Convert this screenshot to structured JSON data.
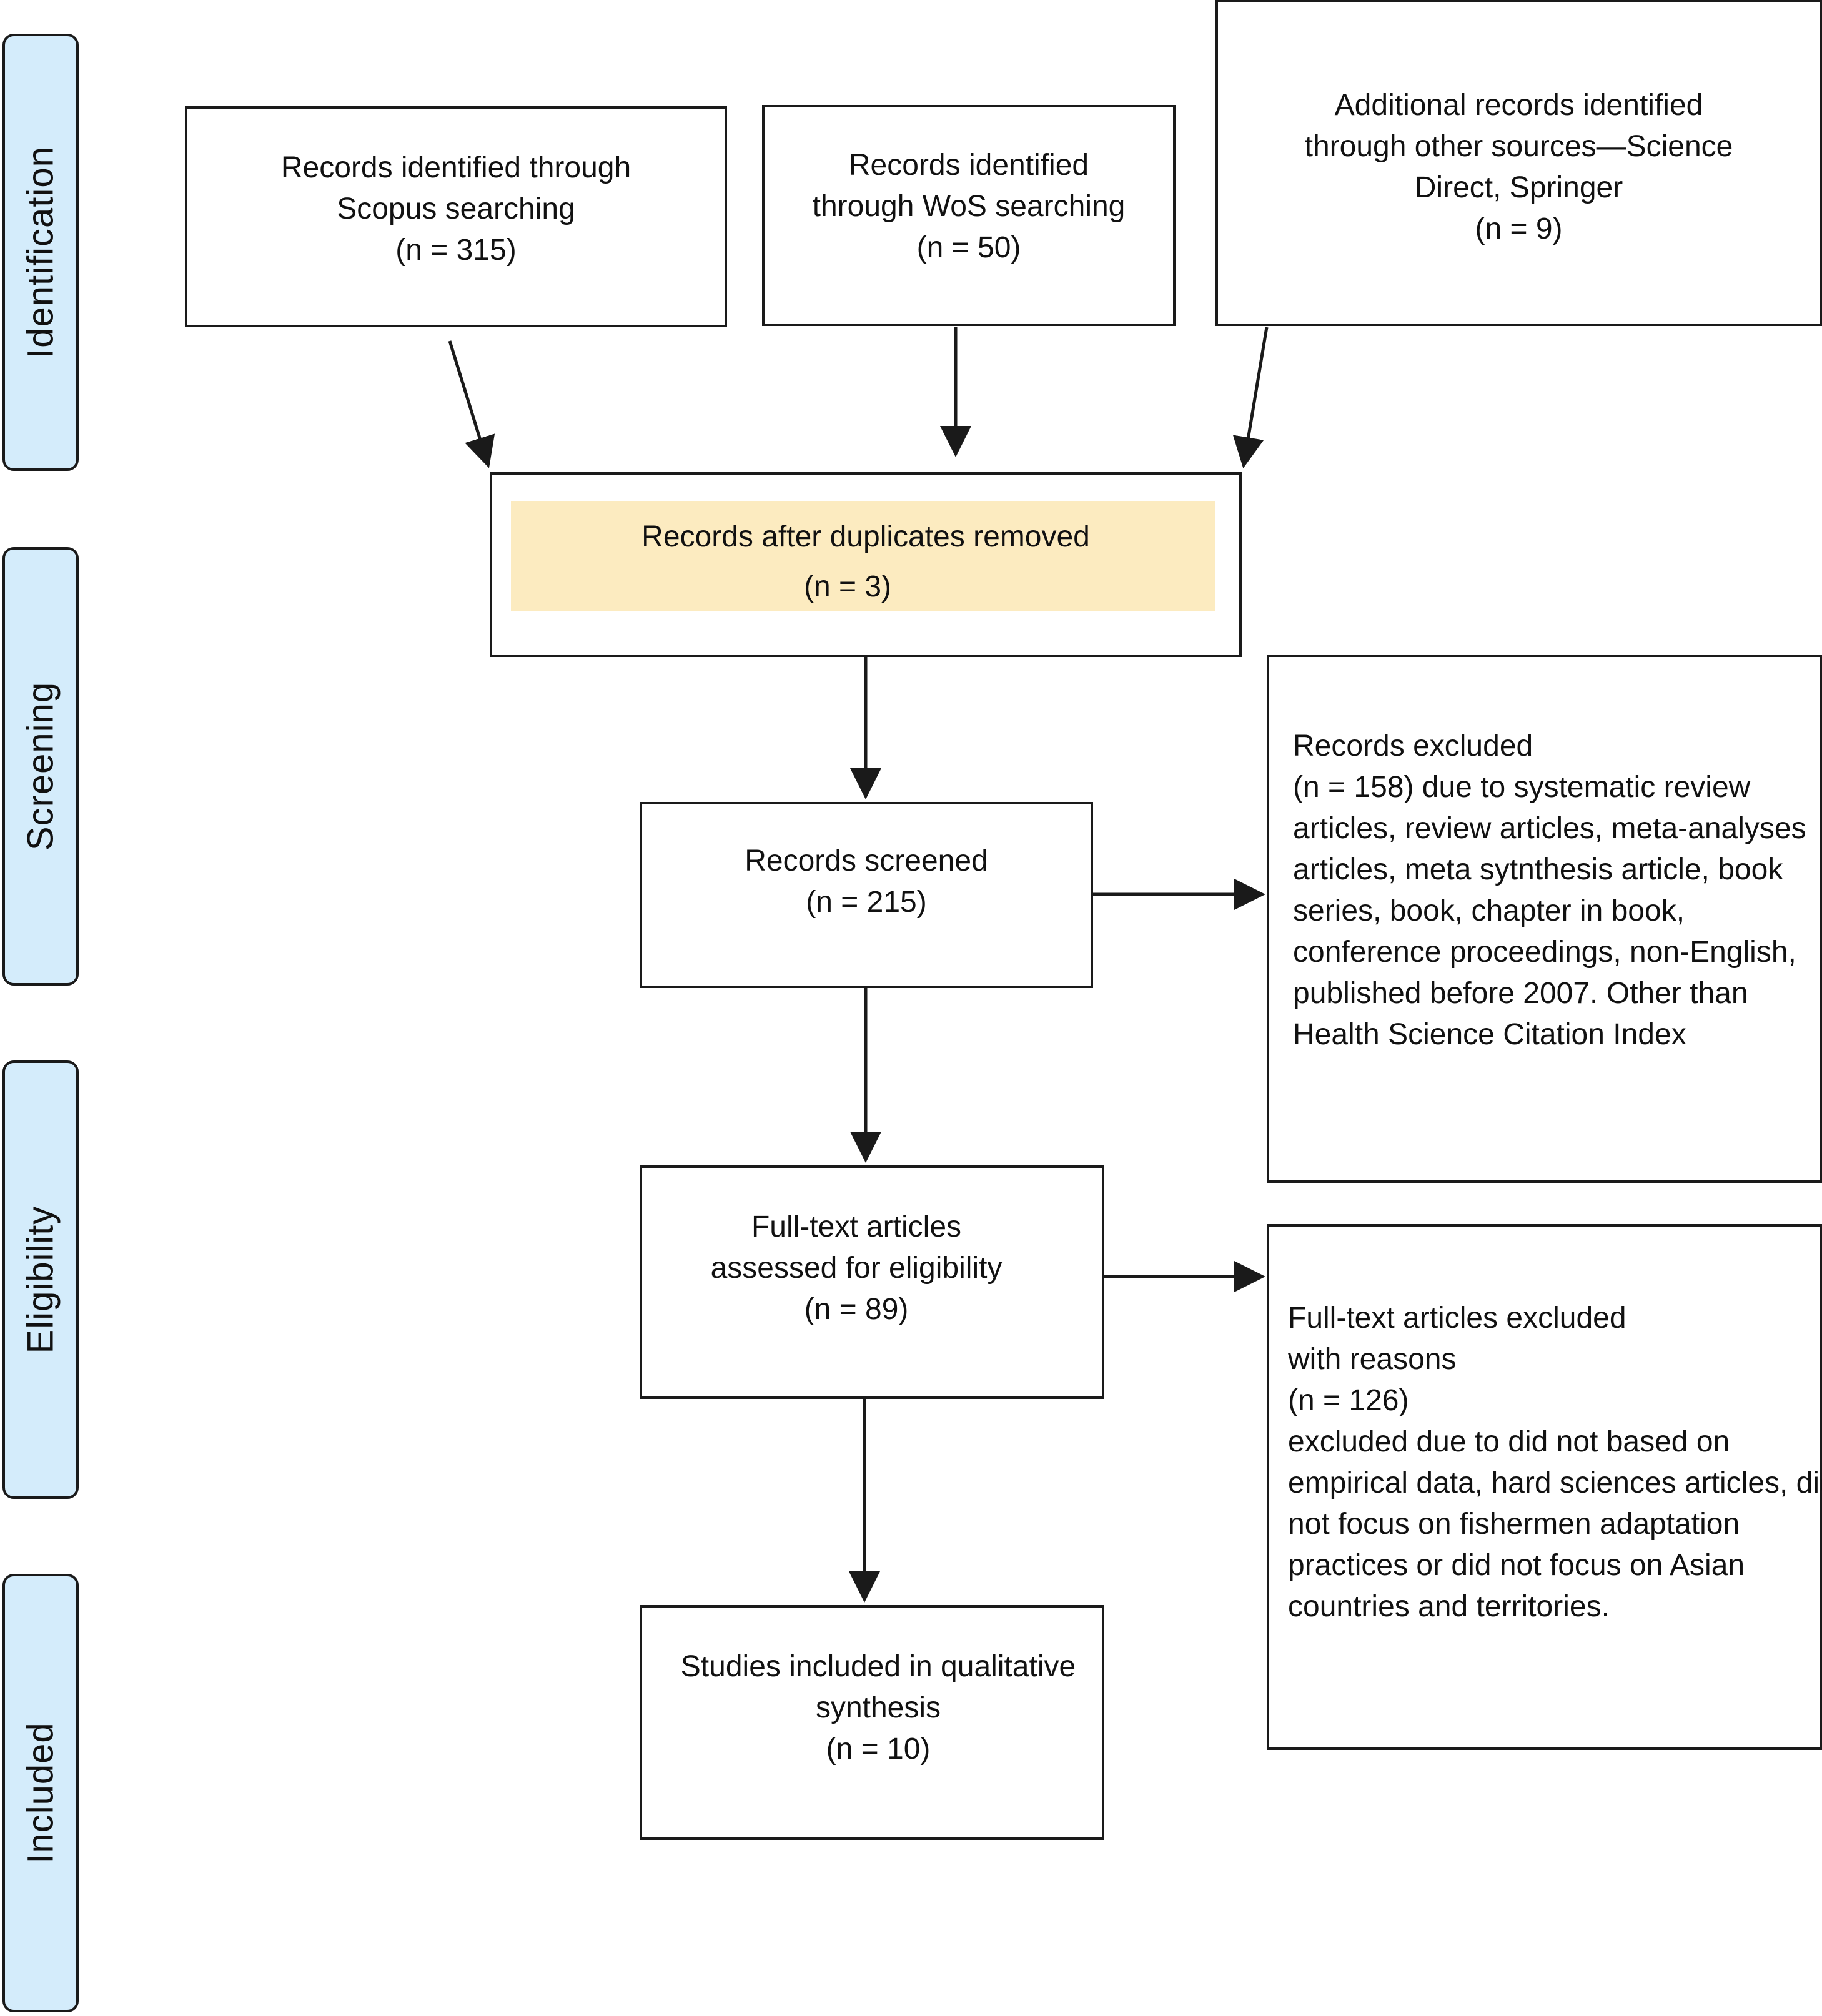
{
  "phases": {
    "identification": "Identification",
    "screening": "Screening",
    "eligibility": "Eligibility",
    "included": "Included"
  },
  "boxes": {
    "scopus": {
      "lines": [
        "Records identified through",
        "Scopus searching",
        "(n = 315)"
      ]
    },
    "wos": {
      "lines": [
        "Records identified",
        "through WoS searching",
        "(n = 50)"
      ]
    },
    "other": {
      "lines": [
        "Additional records identified",
        "through other sources—Science",
        "Direct, Springer",
        "(n = 9)"
      ]
    },
    "duplicates": {
      "title": "Records after duplicates removed",
      "count": "(n = 3)"
    },
    "screened": {
      "lines": [
        "Records screened",
        "(n = 215)"
      ]
    },
    "excluded": {
      "lines": [
        "Records excluded",
        "(n = 158) due to systematic review",
        "articles, review articles, meta-analyses",
        "articles, meta sytnthesis article, book",
        "series, book, chapter in book,",
        "conference proceedings, non-English,",
        "published before 2007. Other than",
        "Health Science Citation Index"
      ]
    },
    "fulltext": {
      "lines": [
        "Full-text articles",
        "assessed for eligibility",
        "(n = 89)"
      ]
    },
    "fulltext_excluded": {
      "lines": [
        "Full-text articles excluded",
        "with reasons",
        "(n = 126)",
        "excluded due to did not based on",
        "empirical data, hard sciences articles, did",
        "not focus on fishermen adaptation",
        "practices or did not focus on Asian",
        "countries and territories."
      ]
    },
    "included": {
      "lines": [
        "Studies included in qualitative",
        "synthesis",
        "(n = 10)"
      ]
    }
  },
  "colors": {
    "phase_fill": "#d4ecfb",
    "highlight_fill": "#fcebc0",
    "stroke": "#1a1a1a"
  }
}
